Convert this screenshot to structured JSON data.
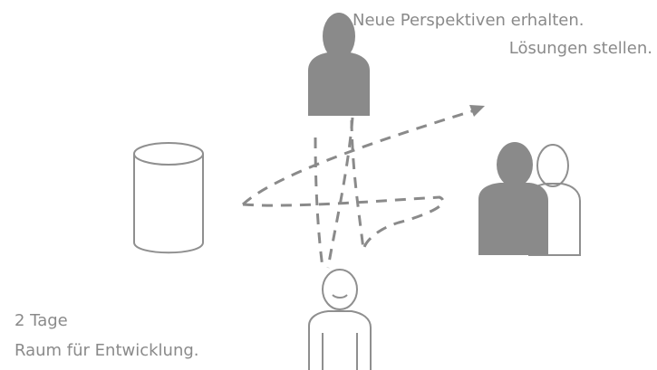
{
  "texts": {
    "line1": "Neue Perspektiven erhalten.",
    "line2": "Lösungen stellen.",
    "duration": "2 Tage",
    "space": "Raum für Entwicklung."
  },
  "colors": {
    "figure_fill": "#8a8a8a",
    "figure_stroke": "#8a8a8a",
    "outline": "#8f8f8f",
    "dash": "#8a8a8a",
    "text": "#8a8a8a",
    "background": "#ffffff"
  },
  "icons": {
    "top": "person-filled-icon",
    "group": "two-people-icon",
    "bottom": "person-outline-icon",
    "container": "cylinder-icon",
    "arrow": "dashed-arrow-icon"
  }
}
